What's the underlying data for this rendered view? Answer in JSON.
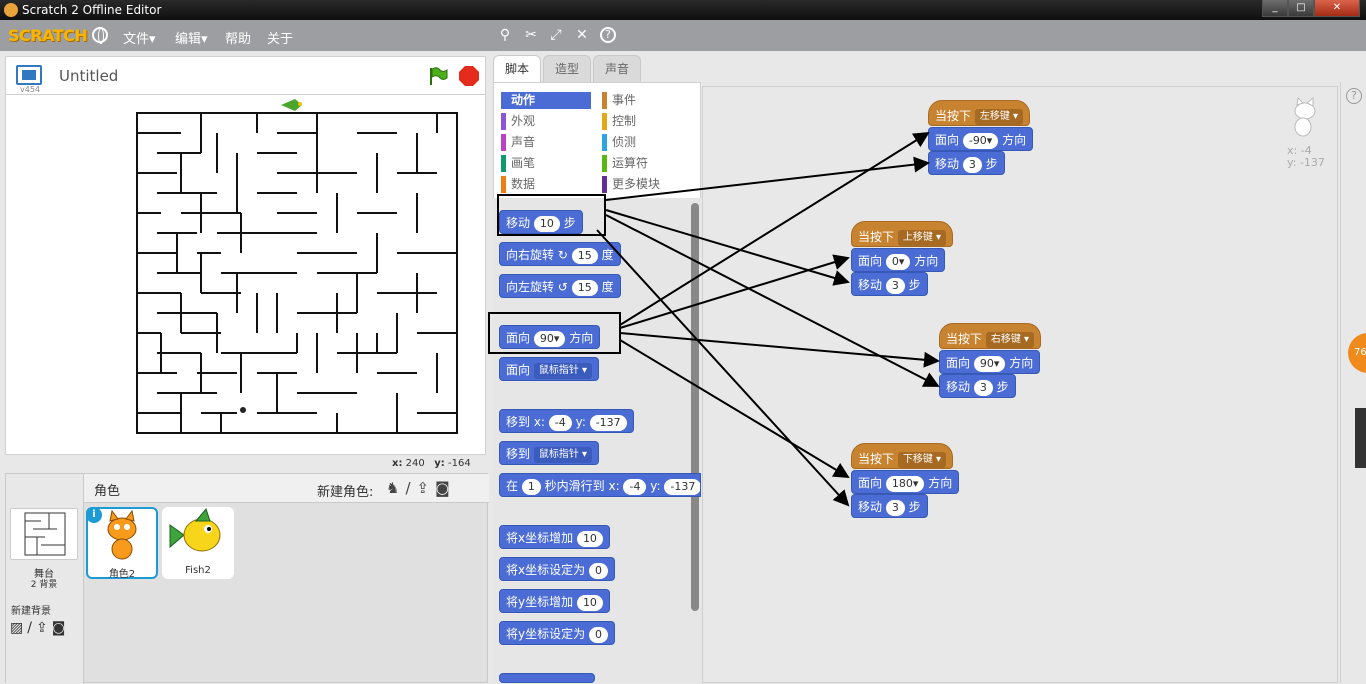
{
  "window": {
    "title": "Scratch 2 Offline Editor",
    "minimize": "_",
    "maximize": "□",
    "close": "✕"
  },
  "menubar": {
    "logo": "SCRATCH",
    "items": [
      {
        "label": "文件▾"
      },
      {
        "label": "编辑▾"
      },
      {
        "label": "帮助"
      },
      {
        "label": "关于"
      }
    ],
    "tools": [
      "duplicate-icon",
      "delete-icon",
      "grow-icon",
      "shrink-icon",
      "help-icon"
    ]
  },
  "stage": {
    "title": "Untitled",
    "version": "v454",
    "mouse_x_label": "x:",
    "mouse_x": "240",
    "mouse_y_label": "y:",
    "mouse_y": "-164"
  },
  "sprites": {
    "header": "角色",
    "new_sprite": "新建角色:",
    "stage_label": "舞台",
    "stage_backdrops": "2 背景",
    "new_backdrop": "新建背景",
    "items": [
      {
        "name": "角色2",
        "selected": true
      },
      {
        "name": "Fish2",
        "selected": false
      }
    ]
  },
  "tabs": [
    {
      "label": "脚本",
      "active": true
    },
    {
      "label": "造型",
      "active": false
    },
    {
      "label": "声音",
      "active": false
    }
  ],
  "categories": [
    {
      "label": "动作",
      "color": "#4a6cd4",
      "active": true
    },
    {
      "label": "外观",
      "color": "#8a55d7"
    },
    {
      "label": "声音",
      "color": "#bb42c3"
    },
    {
      "label": "画笔",
      "color": "#0e9a6c"
    },
    {
      "label": "数据",
      "color": "#ee7d16"
    },
    {
      "label": "事件",
      "color": "#c88330"
    },
    {
      "label": "控制",
      "color": "#e1a91a"
    },
    {
      "label": "侦测",
      "color": "#2ca5e2"
    },
    {
      "label": "运算符",
      "color": "#5cb712"
    },
    {
      "label": "更多模块",
      "color": "#632d99"
    }
  ],
  "palette_blocks": {
    "move": {
      "text": "移动",
      "value": "10",
      "unit": "步"
    },
    "turn_right": {
      "text": "向右旋转",
      "icon": "rotate-right-icon",
      "value": "15",
      "unit": "度"
    },
    "turn_left": {
      "text": "向左旋转",
      "icon": "rotate-left-icon",
      "value": "15",
      "unit": "度"
    },
    "point_dir": {
      "text": "面向",
      "value": "90▾",
      "unit": "方向"
    },
    "point_toward": {
      "text": "面向",
      "menu": "鼠标指针 ▾"
    },
    "goto_xy": {
      "text": "移到 x:",
      "x": "-4",
      "ylabel": "y:",
      "y": "-137"
    },
    "goto": {
      "text": "移到",
      "menu": "鼠标指针 ▾"
    },
    "glide": {
      "pre": "在",
      "secs": "1",
      "mid": "秒内滑行到 x:",
      "x": "-4",
      "ylabel": "y:",
      "y": "-137"
    },
    "change_x": {
      "text": "将x坐标增加",
      "value": "10"
    },
    "set_x": {
      "text": "将x坐标设定为",
      "value": "0"
    },
    "change_y": {
      "text": "将y坐标增加",
      "value": "10"
    },
    "set_y": {
      "text": "将y坐标设定为",
      "value": "0"
    }
  },
  "scripts": [
    {
      "hat": "当按下",
      "key": "左移键 ▾",
      "dir": "-90▾",
      "dir_label": "面向",
      "dir_unit": "方向",
      "move_label": "移动",
      "steps": "3",
      "steps_unit": "步"
    },
    {
      "hat": "当按下",
      "key": "上移键 ▾",
      "dir": "0▾",
      "dir_label": "面向",
      "dir_unit": "方向",
      "move_label": "移动",
      "steps": "3",
      "steps_unit": "步"
    },
    {
      "hat": "当按下",
      "key": "右移键 ▾",
      "dir": "90▾",
      "dir_label": "面向",
      "dir_unit": "方向",
      "move_label": "移动",
      "steps": "3",
      "steps_unit": "步"
    },
    {
      "hat": "当按下",
      "key": "下移键 ▾",
      "dir": "180▾",
      "dir_label": "面向",
      "dir_unit": "方向",
      "move_label": "移动",
      "steps": "3",
      "steps_unit": "步"
    }
  ],
  "sprite_info": {
    "x_label": "x:",
    "x": "-4",
    "y_label": "y:",
    "y": "-137"
  },
  "right_badge": "76",
  "help": "?"
}
